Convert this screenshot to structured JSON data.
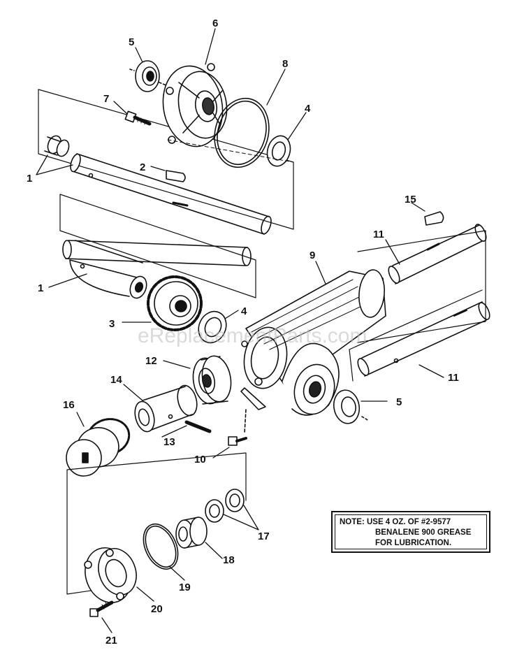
{
  "diagram": {
    "watermark": "eReplacementParts.com",
    "callouts": [
      {
        "id": "c1a",
        "text": "1"
      },
      {
        "id": "c1b",
        "text": "1"
      },
      {
        "id": "c2",
        "text": "2"
      },
      {
        "id": "c3",
        "text": "3"
      },
      {
        "id": "c4a",
        "text": "4"
      },
      {
        "id": "c4b",
        "text": "4"
      },
      {
        "id": "c5a",
        "text": "5"
      },
      {
        "id": "c5b",
        "text": "5"
      },
      {
        "id": "c6",
        "text": "6"
      },
      {
        "id": "c7",
        "text": "7"
      },
      {
        "id": "c8",
        "text": "8"
      },
      {
        "id": "c9",
        "text": "9"
      },
      {
        "id": "c10",
        "text": "10"
      },
      {
        "id": "c11a",
        "text": "11"
      },
      {
        "id": "c11b",
        "text": "11"
      },
      {
        "id": "c12",
        "text": "12"
      },
      {
        "id": "c13",
        "text": "13"
      },
      {
        "id": "c14",
        "text": "14"
      },
      {
        "id": "c15",
        "text": "15"
      },
      {
        "id": "c16",
        "text": "16"
      },
      {
        "id": "c17",
        "text": "17"
      },
      {
        "id": "c18",
        "text": "18"
      },
      {
        "id": "c19",
        "text": "19"
      },
      {
        "id": "c20",
        "text": "20"
      },
      {
        "id": "c21",
        "text": "21"
      }
    ],
    "note": {
      "line1": "NOTE:  USE 4 OZ. OF #2-9577",
      "line2": "BENALENE 900 GREASE",
      "line3": "FOR LUBRICATION."
    }
  }
}
